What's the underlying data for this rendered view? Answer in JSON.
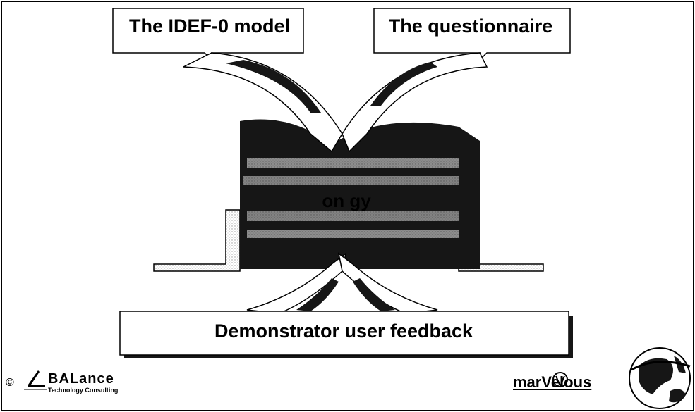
{
  "boxes": {
    "top_left": "The IDEF-0 model",
    "top_right": "The questionnaire",
    "bottom": "Demonstrator user feedback"
  },
  "center_text": "on                                    gy",
  "footer": {
    "copyright_symbol": "©",
    "company": "BALance",
    "company_sub": "Technology Consulting",
    "project": "marVelous"
  },
  "colors": {
    "line": "#000000",
    "dark_band": "#161616",
    "speckle": "#9a9a9a"
  }
}
